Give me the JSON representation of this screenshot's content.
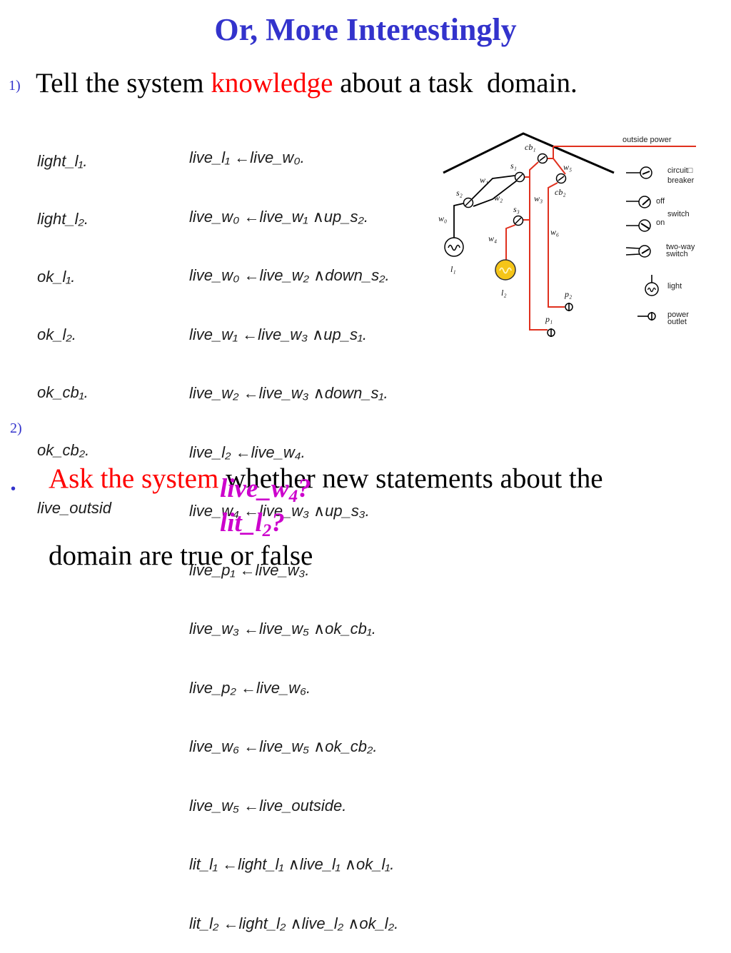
{
  "slide": {
    "title": "Or, More Interestingly",
    "item1": {
      "number": "1)",
      "before": "Tell the system ",
      "highlight": "knowledge",
      "after": " about a task  domain."
    },
    "facts": [
      "light_l₁.",
      "light_l₂.",
      "ok_l₁.",
      "ok_l₂.",
      "ok_cb₁.",
      "ok_cb₂.",
      "live_outsid"
    ],
    "rules": [
      "live_l₁ ←live_w₀.",
      "live_w₀ ←live_w₁ ∧up_s₂.",
      "live_w₀ ←live_w₂ ∧down_s₂.",
      "live_w₁ ←live_w₃ ∧up_s₁.",
      "live_w₂ ←live_w₃ ∧down_s₁.",
      "live_l₂ ←live_w₄.",
      "live_w₄ ←live_w₃ ∧up_s₃.",
      "live_p₁ ←live_w₃.",
      "live_w₃ ←live_w₅ ∧ok_cb₁.",
      "live_p₂ ←live_w₆.",
      "live_w₆ ←live_w₅ ∧ok_cb₂.",
      "live_w₅ ←live_outside.",
      "lit_l₁ ←light_l₁ ∧live_l₁ ∧ok_l₁.",
      "lit_l₂ ←light_l₂ ∧live_l₂ ∧ok_l₂."
    ],
    "diagram": {
      "outside_power": "outside power",
      "labels": {
        "cb1": "cb₁",
        "s1": "s₁",
        "w5": "w₅",
        "w1": "w₁",
        "w2": "w₂",
        "s2": "s₂",
        "w3": "w₃",
        "cb2": "cb₂",
        "s3": "s₃",
        "w0": "w₀",
        "w4": "w₄",
        "w6": "w₆",
        "l1": "l₁",
        "l2": "l₂",
        "p2": "p₂",
        "p1": "p₁"
      },
      "legend": {
        "circuit_breaker_1": "circuit□",
        "circuit_breaker_2": "breaker",
        "off": "off",
        "switch": "switch",
        "on": "on",
        "two_way_1": "two-way",
        "two_way_2": "switch",
        "light": "light",
        "power_outlet_1": "power",
        "power_outlet_2": "outlet"
      }
    },
    "item2": {
      "number": "2)",
      "highlight": "Ask the system",
      "after": " whether new statements about the",
      "line2": "domain are true or false"
    },
    "bullet": "•",
    "queries": [
      {
        "base": "live_w",
        "sub": "4",
        "tail": "?"
      },
      {
        "base": "lit_l",
        "sub": "2",
        "tail": "?"
      }
    ]
  },
  "colors": {
    "title": "#3333cc",
    "numbering": "#3333cc",
    "highlight": "#ff0000",
    "query": "#cc00cc",
    "live_wire": "#e0301e",
    "plain_wire": "#000000",
    "lit_bulb": "#f5c518"
  }
}
